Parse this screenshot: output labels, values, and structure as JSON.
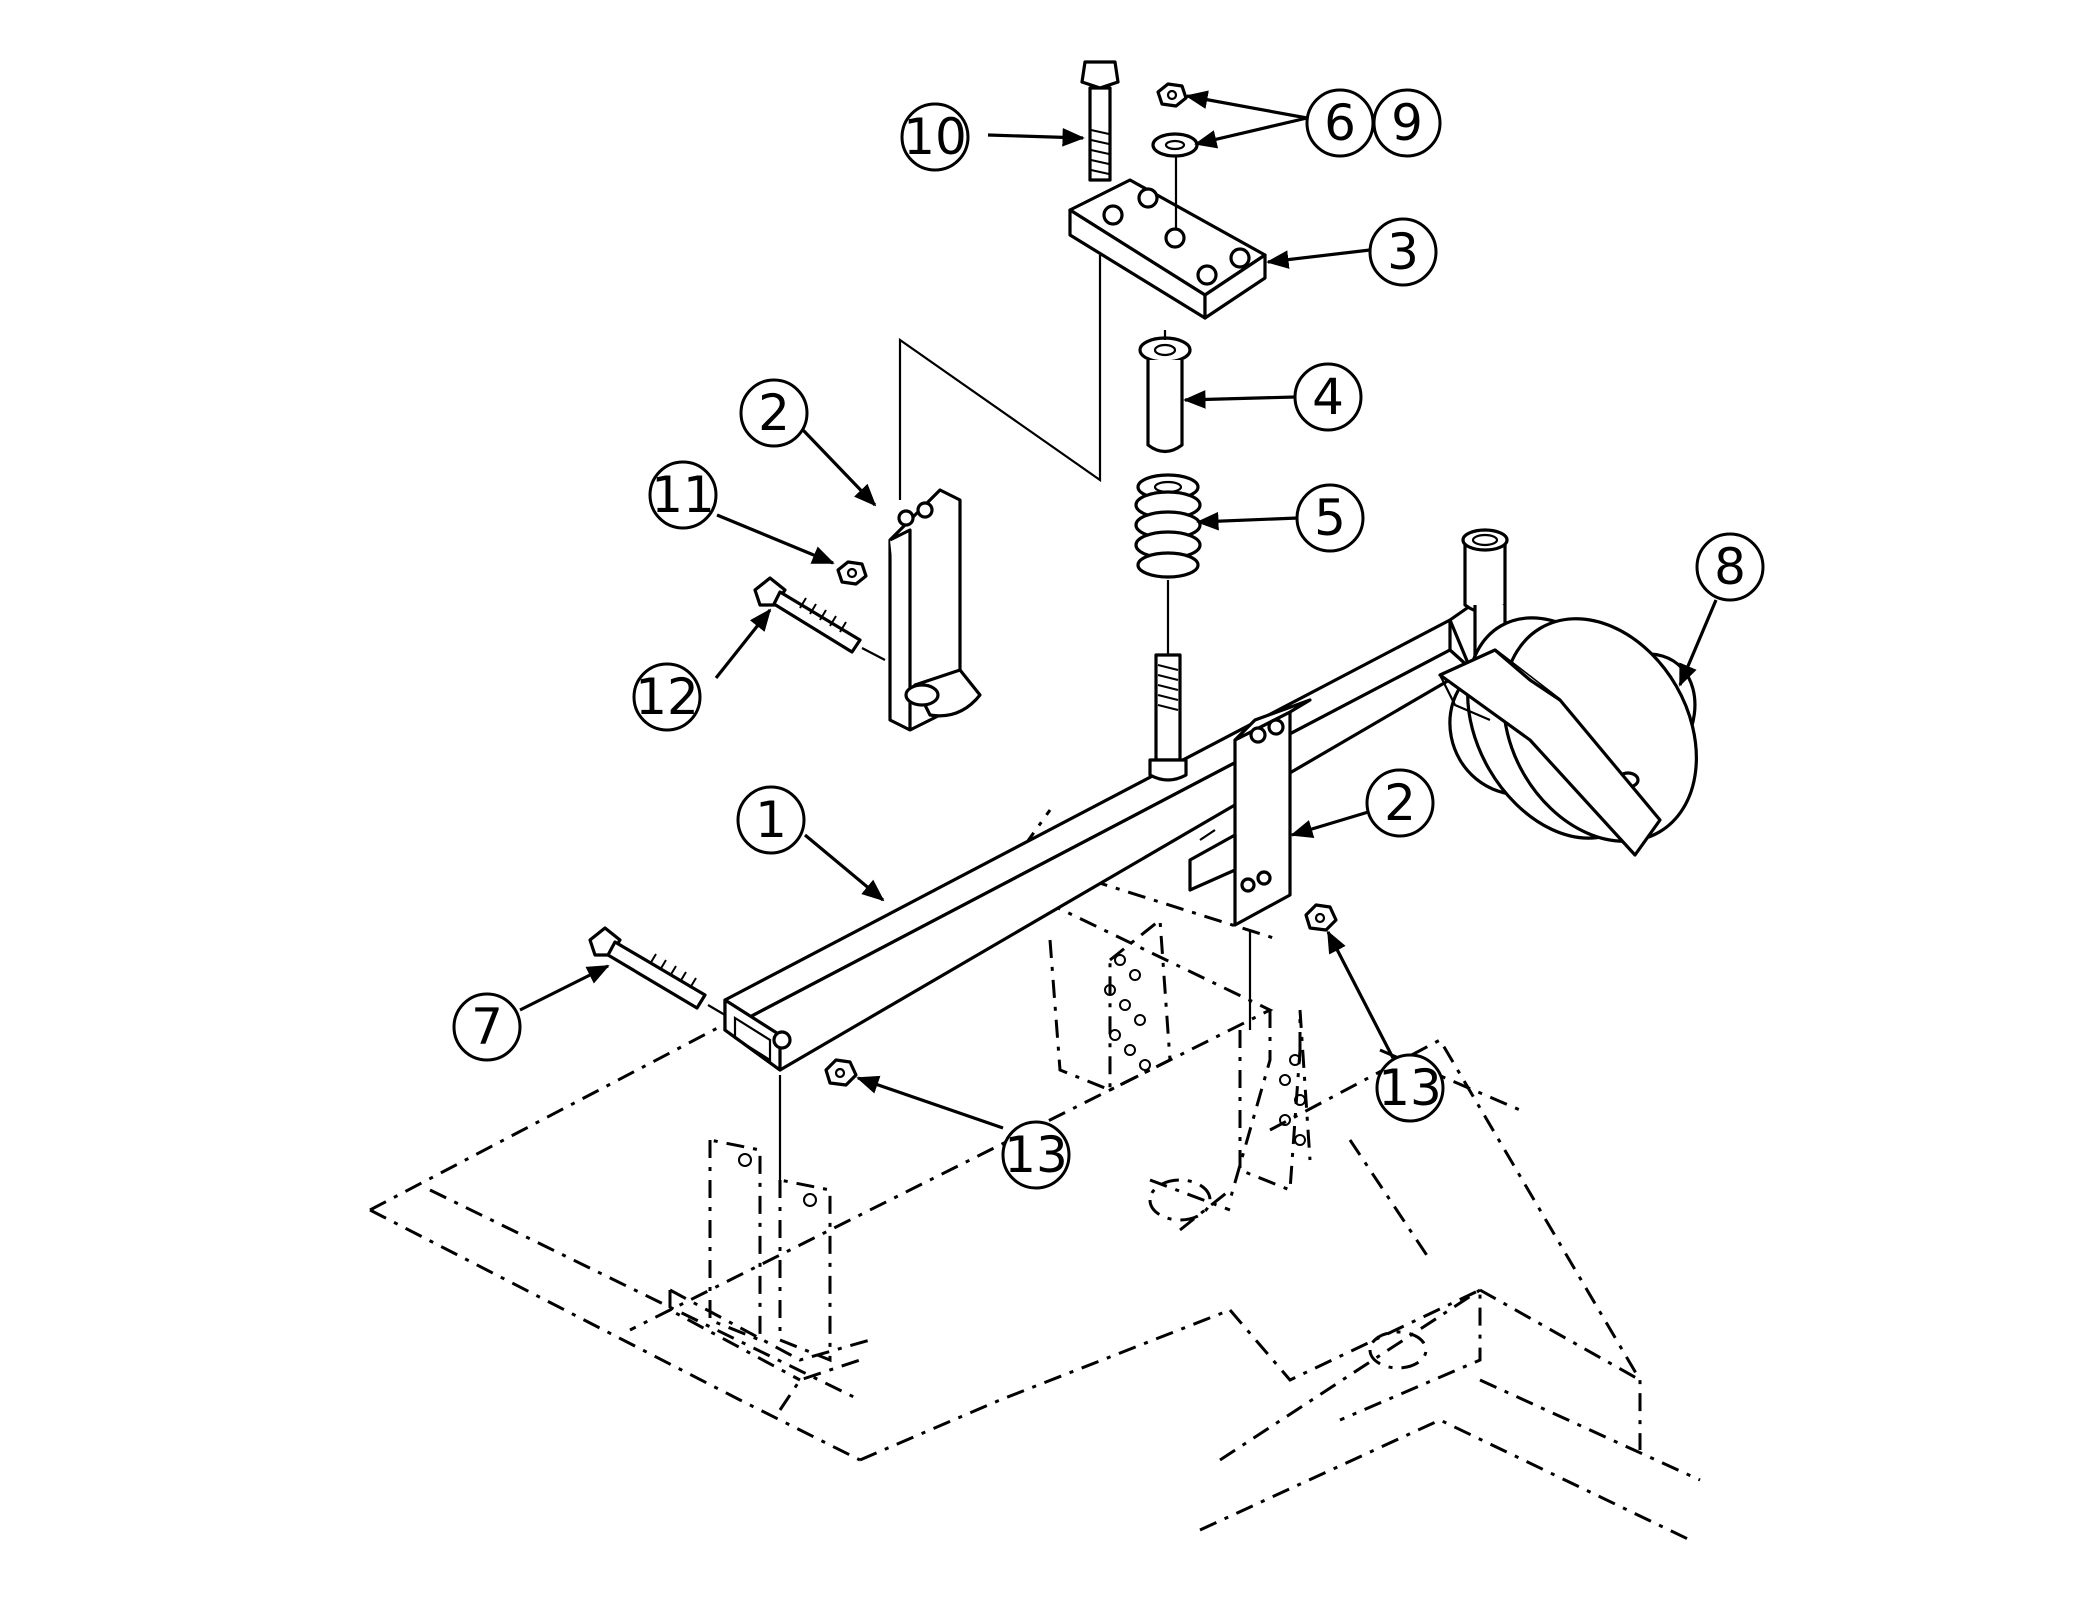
{
  "diagram": {
    "colors": {
      "line": "#000000",
      "background": "#ffffff"
    },
    "callouts": [
      {
        "id": "c1",
        "label": "1"
      },
      {
        "id": "c2a",
        "label": "2"
      },
      {
        "id": "c2b",
        "label": "2"
      },
      {
        "id": "c3",
        "label": "3"
      },
      {
        "id": "c4",
        "label": "4"
      },
      {
        "id": "c5",
        "label": "5"
      },
      {
        "id": "c6",
        "label": "6"
      },
      {
        "id": "c7",
        "label": "7"
      },
      {
        "id": "c8",
        "label": "8"
      },
      {
        "id": "c9",
        "label": "9"
      },
      {
        "id": "c10",
        "label": "10"
      },
      {
        "id": "c11",
        "label": "11"
      },
      {
        "id": "c12",
        "label": "12"
      },
      {
        "id": "c13a",
        "label": "13"
      },
      {
        "id": "c13b",
        "label": "13"
      }
    ]
  }
}
